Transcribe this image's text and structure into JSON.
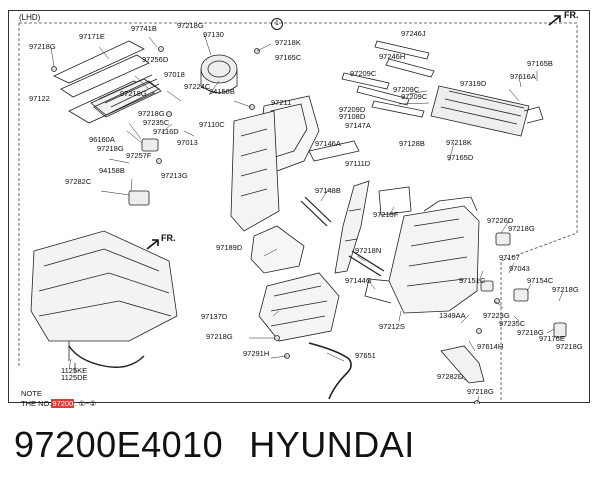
{
  "header": {
    "variant": "(LHD)",
    "assembly_marker": "1",
    "fr_label": "FR."
  },
  "labels": {
    "l97218G_a": "97218G",
    "l97171E": "97171E",
    "l97741B": "97741B",
    "l97218G_b": "97218G",
    "l97130": "97130",
    "l97218K_a": "97218K",
    "l97165C": "97165C",
    "l97246J": "97246J",
    "l97246H": "97246H",
    "l97165B": "97165B",
    "l97616A": "97616A",
    "l97319D": "97319D",
    "l97209C_a": "97209C",
    "l97209C_b": "97209C",
    "l97209C_c": "97209C",
    "l97256D": "97256D",
    "l97018": "97018",
    "l97224C": "97224C",
    "l94158B_a": "94158B",
    "l97122": "97122",
    "l97218G_c": "97218G",
    "l97211": "97211",
    "l97209D": "97209D",
    "l97108D": "97108D",
    "l97147A": "97147A",
    "l97218G_d": "97218G",
    "l97235C": "97235C",
    "l97110C": "97110C",
    "l97116D": "97116D",
    "l96160A": "96160A",
    "l97013": "97013",
    "l97146A": "97146A",
    "l97128B": "97128B",
    "l97218K_b": "97218K",
    "l97218G_e": "97218G",
    "l97257F": "97257F",
    "l97165D": "97165D",
    "l97111D": "97111D",
    "l94158B_b": "94158B",
    "l97213G": "97213G",
    "l97282C": "97282C",
    "l97148B": "97148B",
    "l97219F": "97219F",
    "l97226D": "97226D",
    "l97218G_f": "97218G",
    "l97189D": "97189D",
    "l97218N": "97218N",
    "l97107": "97107",
    "l97144G": "97144G",
    "l97151C": "97151C",
    "l97043": "97043",
    "l97154C": "97154C",
    "l97218G_g": "97218G",
    "l97137D": "97137D",
    "l1349AA": "1349AA",
    "l97223G": "97223G",
    "l97212S": "97212S",
    "l97235C_b": "97235C",
    "l97218G_h": "97218G",
    "l97176E": "97176E",
    "l97218G_i": "97218G",
    "l97218G_j": "97218G",
    "l97614H": "97614H",
    "l97291H": "97291H",
    "l97651": "97651",
    "l1125KE": "1125KE",
    "l1125DE": "1125DE",
    "l97282D": "97282D",
    "l97218G_k": "97218G"
  },
  "note": {
    "line1": "NOTE",
    "prefix": "THE NO.",
    "highlight": "97200",
    "suffix": ": ①~②"
  },
  "footer": {
    "part_number": "97200E4010",
    "brand": "HYUNDAI"
  }
}
